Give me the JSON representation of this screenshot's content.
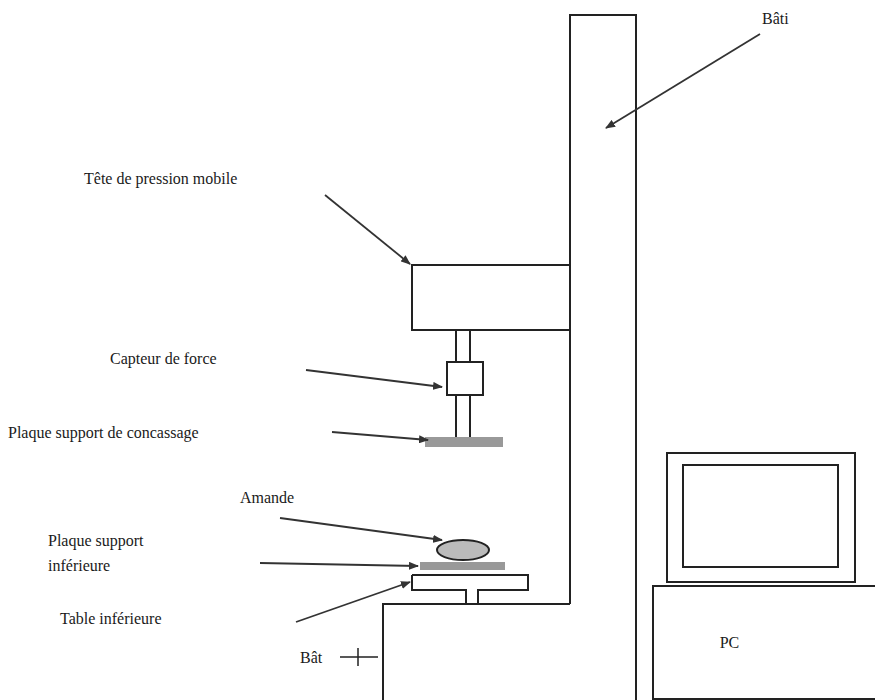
{
  "diagram": {
    "nodes": [
      {
        "text": [
          "PC"
        ]
      }
    ],
    "labels": [
      "Bâti",
      "Tête de pression mobile",
      "Capteur de force",
      "Plaque support de concassage",
      "Amande",
      "Plaque support inférieure",
      "Table inférieure",
      "Bât"
    ]
  }
}
